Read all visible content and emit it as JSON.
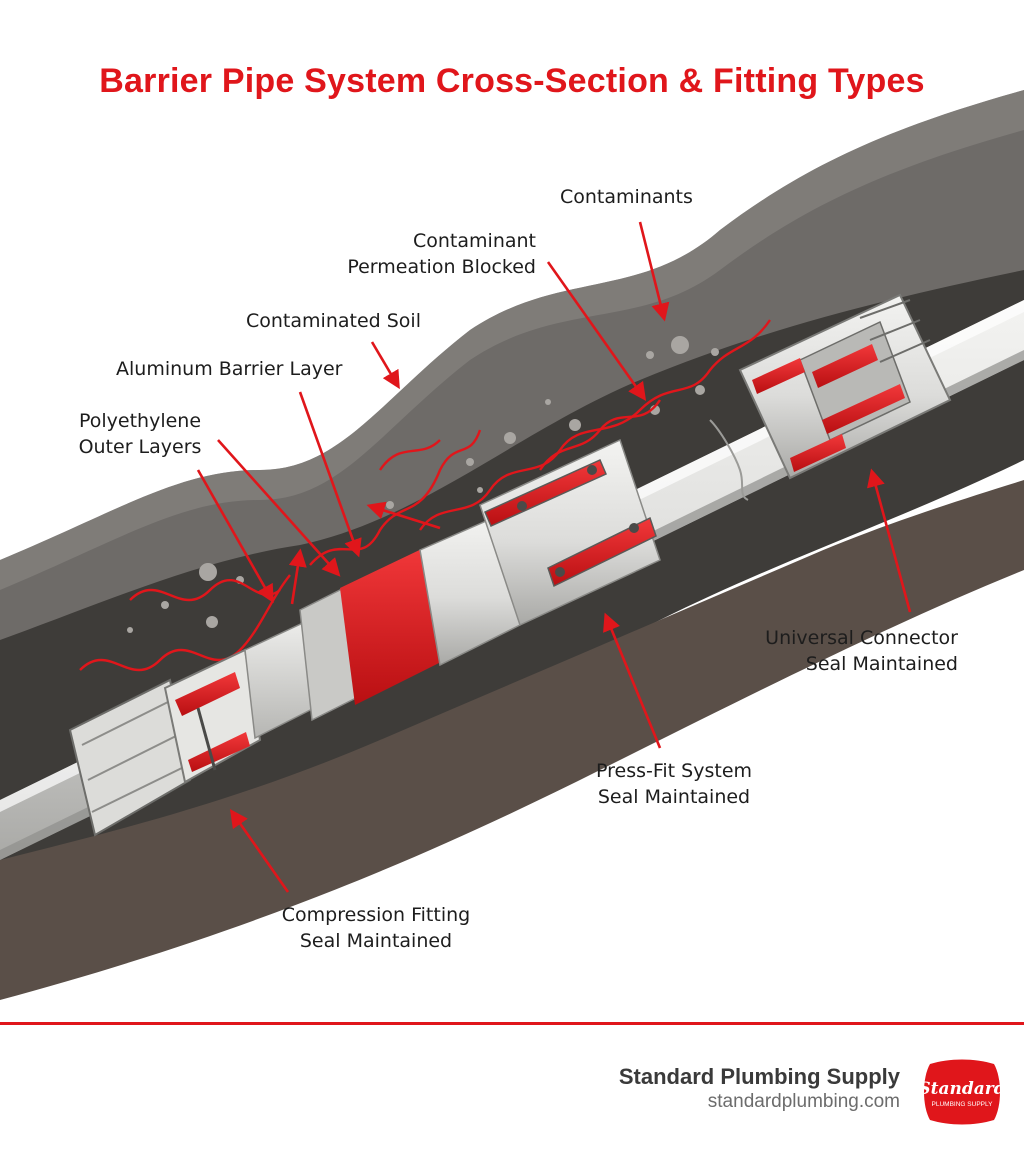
{
  "title": "Barrier Pipe System Cross-Section & Fitting Types",
  "labels": {
    "contaminants": "Contaminants",
    "permeation_blocked": [
      "Contaminant",
      "Permeation Blocked"
    ],
    "contaminated_soil": "Contaminated Soil",
    "aluminum_barrier": "Aluminum Barrier Layer",
    "polyethylene_outer": [
      "Polyethylene",
      "Outer Layers"
    ],
    "universal_connector": [
      "Universal Connector",
      "Seal Maintained"
    ],
    "press_fit": [
      "Press-Fit System",
      "Seal Maintained"
    ],
    "compression_fitting": [
      "Compression Fitting",
      "Seal Maintained"
    ]
  },
  "footer": {
    "brand_name": "Standard Plumbing Supply",
    "url": "standardplumbing.com",
    "logo_text": "Standard",
    "logo_subtext": "PLUMBING SUPPLY"
  },
  "colors": {
    "accent_red": "#e0161b",
    "soil_dark": "#3f3d3a",
    "soil_mid": "#6b6865",
    "pipe_white": "#e4e4e2"
  }
}
